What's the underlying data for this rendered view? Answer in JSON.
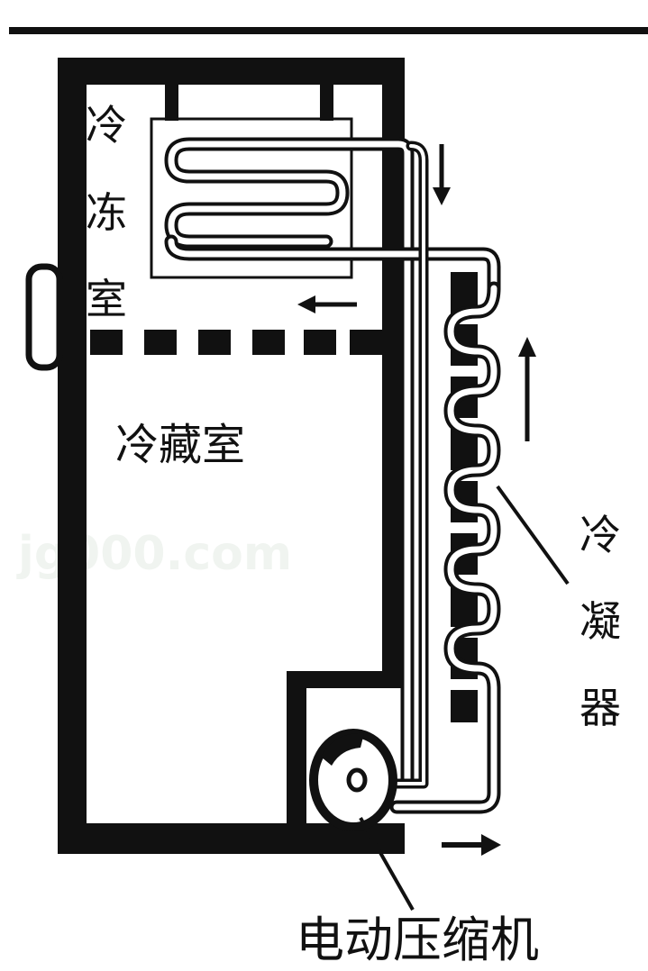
{
  "labels": {
    "freezer": [
      "冷",
      "冻",
      "室"
    ],
    "fridge": "冷藏室",
    "condenser": [
      "冷",
      "凝",
      "器"
    ],
    "compressor": "电动压缩机",
    "watermark": "jg000.com"
  },
  "colors": {
    "ink": "#111111",
    "background": "#ffffff",
    "watermark": "#f0f4f0"
  }
}
